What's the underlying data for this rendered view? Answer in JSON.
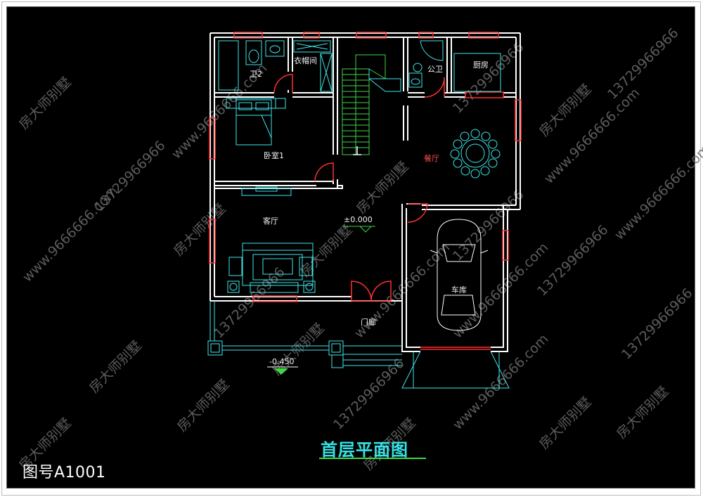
{
  "sheet": {
    "number": "图号A1001",
    "title": "首层平面图"
  },
  "rooms": {
    "bathroom2": "卫2",
    "cloakroom": "衣帽间",
    "public_bath": "公卫",
    "kitchen": "厨房",
    "bedroom1": "卧室1",
    "dining": "餐厅",
    "living": "客厅",
    "garage": "车库",
    "porch": "门廊"
  },
  "levels": {
    "floor": "±0.000",
    "porch": "-0.450"
  },
  "watermarks": {
    "brand": "房大师别墅",
    "site": "www.9666666.com",
    "phone": "13729966966"
  },
  "colors": {
    "background": "#000000",
    "walls": "#ffffff",
    "windows": "#ff3030",
    "fixtures": "#3fe6ea",
    "stairs": "#41d645",
    "watermark": "#6c6c6c"
  }
}
